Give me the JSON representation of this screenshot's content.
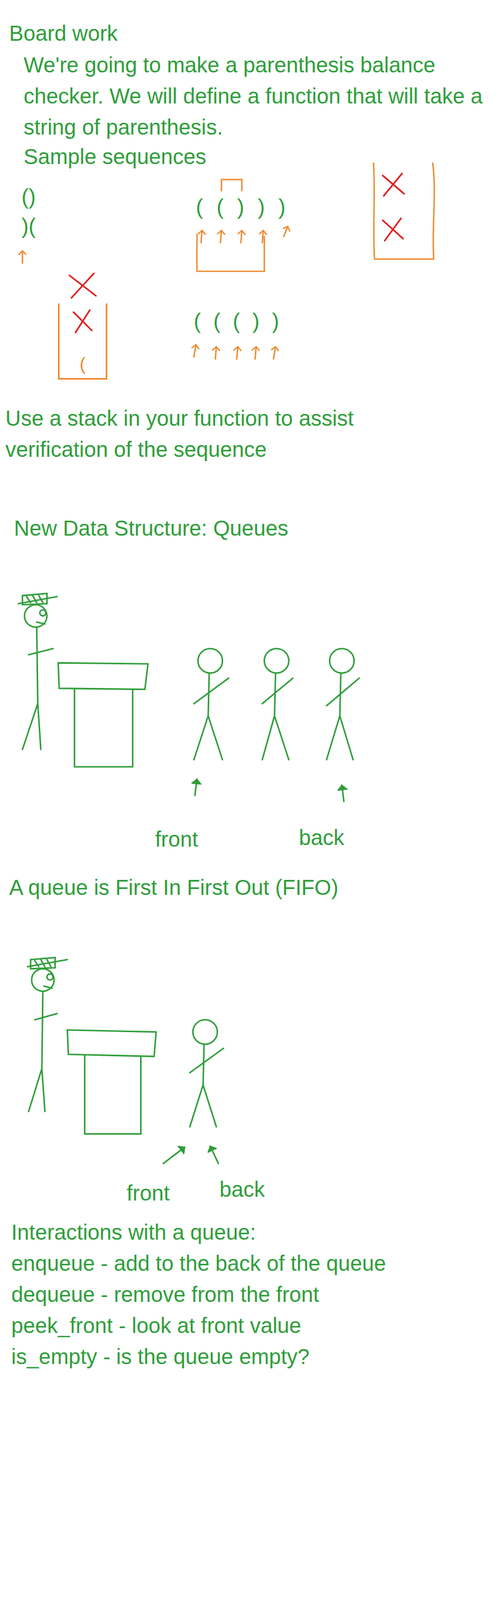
{
  "diagram": {
    "title": "Board work",
    "nodes": [
      {
        "text": [
          "("
        ]
      }
    ],
    "labels": [
      "We're going to make a parenthesis balance checker. We will define a function that will take a string of parenthesis.",
      "Sample sequences",
      "()",
      ")(",
      "( ( ) ) )",
      "( ( ( ) )",
      "Use a stack in your function to assist verification of the sequence",
      "New Data Structure: Queues",
      "front",
      "back",
      "A queue is First In First Out (FIFO)",
      "front",
      "back",
      "Interactions with a queue:",
      "enqueue - add to the back of the queue",
      "dequeue - remove from the front",
      "peek_front - look at front value",
      "is_empty - is the queue empty?"
    ]
  }
}
